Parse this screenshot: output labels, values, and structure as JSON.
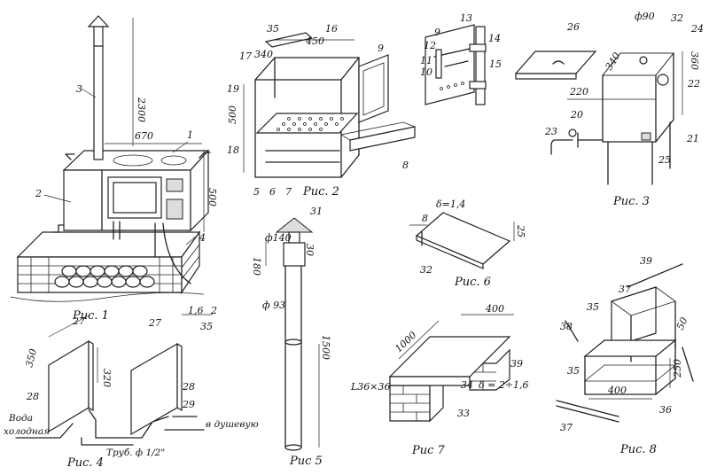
{
  "figures": {
    "fig1": {
      "caption": "Рис. 1",
      "callouts": [
        "3",
        "2",
        "1",
        "4"
      ],
      "dimensions": [
        "2300",
        "670",
        "500"
      ]
    },
    "fig2": {
      "caption": "Рис. 2",
      "dimensions": [
        "35",
        "450",
        "340",
        "500"
      ],
      "callouts": [
        "16",
        "17",
        "9",
        "19",
        "18",
        "5",
        "6",
        "7",
        "8"
      ]
    },
    "latch": {
      "callouts": [
        "9",
        "13",
        "14",
        "12",
        "11",
        "10",
        "15"
      ]
    },
    "fig3": {
      "caption": "Рис. 3",
      "callouts": [
        "26",
        "24",
        "22",
        "20",
        "23",
        "21",
        "25"
      ],
      "dimensions": [
        "ф90",
        "32",
        "340",
        "360",
        "220"
      ]
    },
    "fig4": {
      "caption": "Рис. 4",
      "callouts": [
        "27",
        "27",
        "28",
        "28",
        "29"
      ],
      "dimensions": [
        "1,6",
        "2",
        "35",
        "350",
        "320"
      ],
      "labels": [
        "Вода",
        "холодная",
        "в душевую",
        "Труб. ф 1/2\""
      ]
    },
    "fig5": {
      "caption": "Рис 5",
      "callouts": [
        "31"
      ],
      "dimensions": [
        "ф140",
        "180",
        "30",
        "ф 93",
        "1500"
      ]
    },
    "fig6": {
      "caption": "Рис. 6",
      "dimensions": [
        "δ=1,4",
        "8",
        "25"
      ],
      "callouts": [
        "32"
      ]
    },
    "fig7": {
      "caption": "Рис 7",
      "dimensions": [
        "1000",
        "400",
        "δ = 2÷1,6",
        "L36×36"
      ],
      "callouts": [
        "39",
        "34",
        "33"
      ]
    },
    "fig8": {
      "caption": "Рис. 8",
      "callouts": [
        "39",
        "37",
        "35",
        "38",
        "35",
        "36",
        "37"
      ],
      "dimensions": [
        "50",
        "250",
        "400"
      ]
    }
  }
}
